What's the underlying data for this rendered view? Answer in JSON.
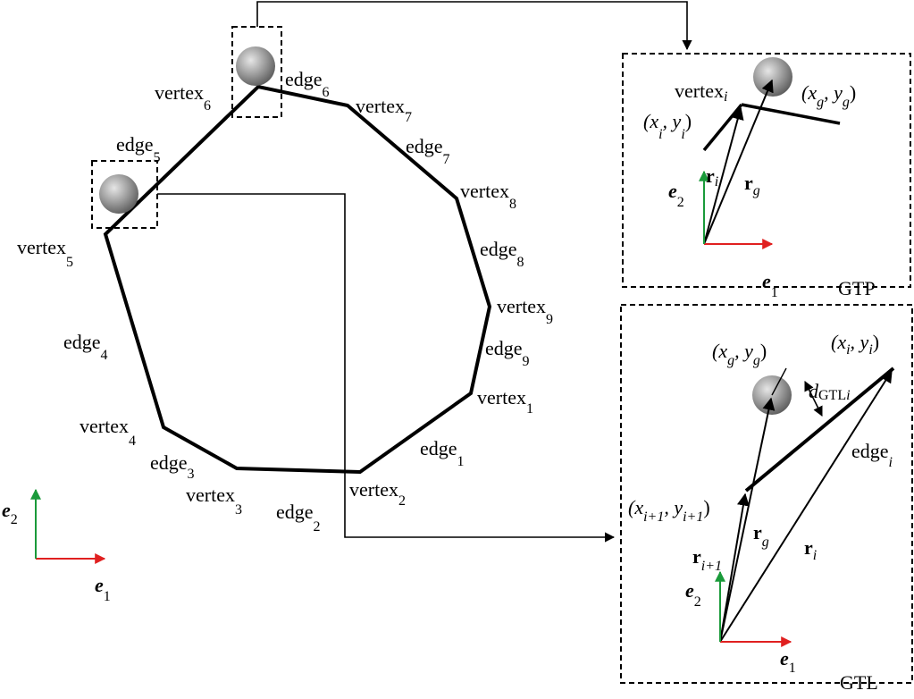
{
  "vertices": [
    {
      "base": "vertex",
      "sub": "1"
    },
    {
      "base": "vertex",
      "sub": "2"
    },
    {
      "base": "vertex",
      "sub": "3"
    },
    {
      "base": "vertex",
      "sub": "4"
    },
    {
      "base": "vertex",
      "sub": "5"
    },
    {
      "base": "vertex",
      "sub": "6"
    },
    {
      "base": "vertex",
      "sub": "7"
    },
    {
      "base": "vertex",
      "sub": "8"
    },
    {
      "base": "vertex",
      "sub": "9"
    }
  ],
  "edges": [
    {
      "base": "edge",
      "sub": "1"
    },
    {
      "base": "edge",
      "sub": "2"
    },
    {
      "base": "edge",
      "sub": "3"
    },
    {
      "base": "edge",
      "sub": "4"
    },
    {
      "base": "edge",
      "sub": "5"
    },
    {
      "base": "edge",
      "sub": "6"
    },
    {
      "base": "edge",
      "sub": "7"
    },
    {
      "base": "edge",
      "sub": "8"
    },
    {
      "base": "edge",
      "sub": "9"
    }
  ],
  "main_axes": {
    "e1": "e",
    "e1_sub": "1",
    "e2": "e",
    "e2_sub": "2"
  },
  "gtp": {
    "title": "GTP",
    "vertex_label": "vertex",
    "vertex_sub": "i",
    "xi_label": "(x",
    "xi_sub": "i",
    "xi_mid": ", y",
    "xi_sub2": "i",
    "xi_close": ")",
    "xg_label": "(x",
    "xg_sub": "g",
    "xg_mid": ", y",
    "xg_sub2": "g",
    "xg_close": ")",
    "ri": "r",
    "ri_sub": "i",
    "rg": "r",
    "rg_sub": "g",
    "e1": "e",
    "e1_sub": "1",
    "e2": "e",
    "e2_sub": "2"
  },
  "gtl": {
    "title": "GTL",
    "xg_label": "(x",
    "xg_sub": "g",
    "xg_mid": ", y",
    "xg_sub2": "g",
    "xg_close": ")",
    "xi_label": "(x",
    "xi_sub": "i",
    "xi_mid": ", y",
    "xi_sub2": "i",
    "xi_close": ")",
    "xi1_label": "(x",
    "xi1_sub": "i+1",
    "xi1_mid": ", y",
    "xi1_sub2": "i+1",
    "xi1_close": ")",
    "d_label": "d",
    "d_sub": "GTL",
    "d_sub_i": "i",
    "edge_label": "edge",
    "edge_sub": "i",
    "rg": "r",
    "rg_sub": "g",
    "ri": "r",
    "ri_sub": "i",
    "ri1": "r",
    "ri1_sub": "i+1",
    "e1": "e",
    "e1_sub": "1",
    "e2": "e",
    "e2_sub": "2"
  }
}
